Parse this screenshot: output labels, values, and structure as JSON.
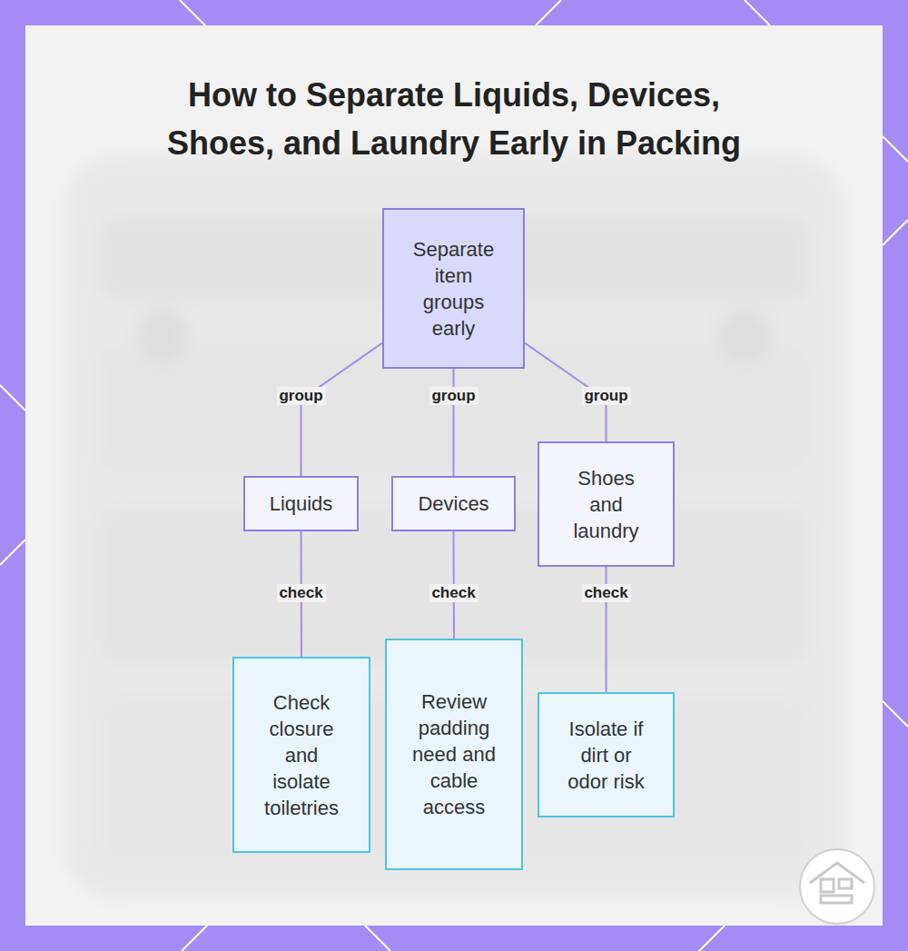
{
  "diagram": {
    "title": "How to Separate Liquids, Devices, Shoes, and Laundry Early in Packing",
    "nodes": [
      {
        "text": [
          "Separate item groups early"
        ]
      },
      {
        "text": [
          "Liquids"
        ]
      },
      {
        "text": [
          "Devices"
        ]
      },
      {
        "text": [
          "Shoes and laundry"
        ]
      },
      {
        "text": [
          "Check closure and isolate toiletries"
        ]
      },
      {
        "text": [
          "Review padding need and cable access"
        ]
      },
      {
        "text": [
          "Isolate if dirt or odor risk"
        ]
      }
    ],
    "edges": [
      {
        "from": 0,
        "to": 1,
        "label": "group",
        "arrow": "none"
      },
      {
        "from": 0,
        "to": 2,
        "label": "group",
        "arrow": "none"
      },
      {
        "from": 0,
        "to": 3,
        "label": "group",
        "arrow": "none"
      },
      {
        "from": 1,
        "to": 4,
        "label": "check",
        "arrow": "none"
      },
      {
        "from": 2,
        "to": 5,
        "label": "check",
        "arrow": "none"
      },
      {
        "from": 3,
        "to": 6,
        "label": "check",
        "arrow": "none"
      }
    ]
  }
}
